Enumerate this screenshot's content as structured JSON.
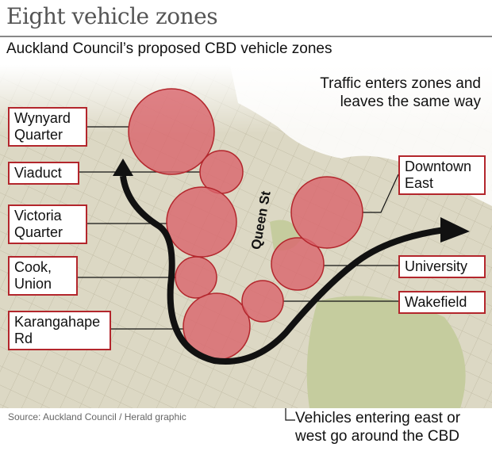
{
  "title": "Eight vehicle zones",
  "subtitle": "Auckland Council’s proposed CBD vehicle zones",
  "note": [
    "Traffic enters zones and",
    "leaves the same way"
  ],
  "street_label": "Queen St",
  "zones": [
    {
      "name": "Wynyard Quarter",
      "lines": [
        "Wynyard",
        "Quarter"
      ]
    },
    {
      "name": "Viaduct",
      "lines": [
        "Viaduct"
      ]
    },
    {
      "name": "Victoria Quarter",
      "lines": [
        "Victoria",
        "Quarter"
      ]
    },
    {
      "name": "Cook, Union",
      "lines": [
        "Cook,",
        "Union"
      ]
    },
    {
      "name": "Karangahape Rd",
      "lines": [
        "Karangahape",
        "Rd"
      ]
    },
    {
      "name": "Downtown East",
      "lines": [
        "Downtown",
        "East"
      ]
    },
    {
      "name": "University",
      "lines": [
        "University"
      ]
    },
    {
      "name": "Wakefield",
      "lines": [
        "Wakefield"
      ]
    }
  ],
  "source": "Source: Auckland Council / Herald graphic",
  "footnote": [
    "Vehicles entering east or",
    "west go around the CBD"
  ],
  "colors": {
    "zone_fill": "#d9646c",
    "zone_border": "#b3262c",
    "map_land": "#dcd8c4",
    "park": "#c5cc9e",
    "route": "#111111"
  }
}
